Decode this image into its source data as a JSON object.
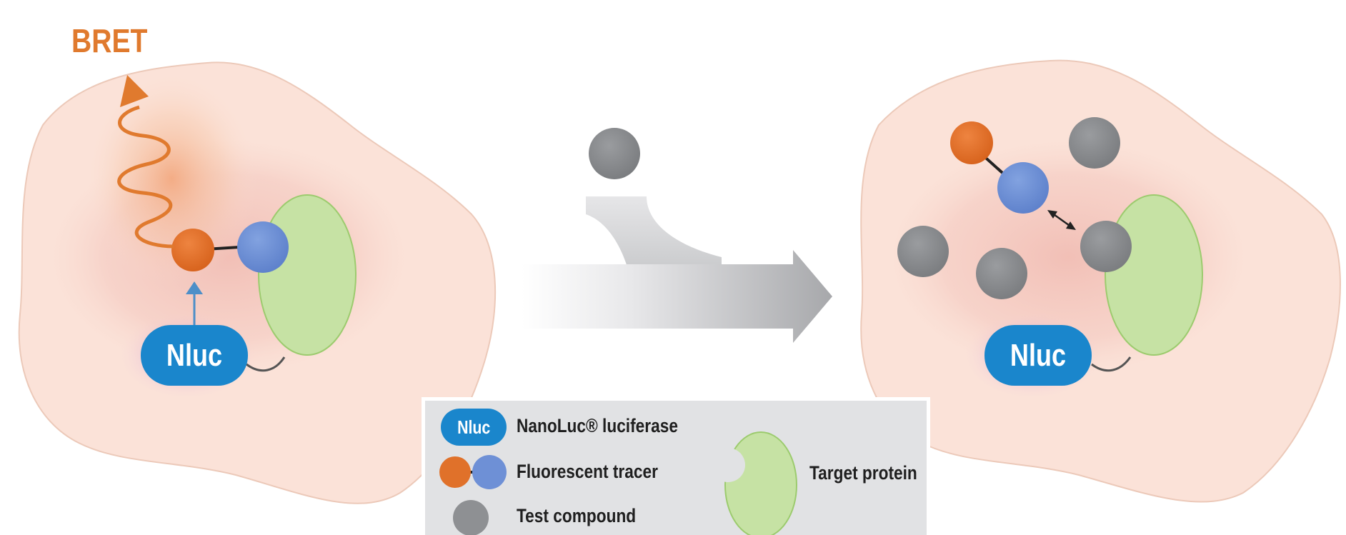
{
  "diagram": {
    "bret_label": "BRET",
    "nluc_label_left": "Nluc",
    "nluc_label_right": "Nluc"
  },
  "legend": {
    "nluc_badge": "Nluc",
    "nanoluc": "NanoLuc® luciferase",
    "tracer": "Fluorescent tracer",
    "compound": "Test compound",
    "target": "Target protein"
  },
  "colors": {
    "cell": "#fbe2d8",
    "cell_outline": "#e9c6b6",
    "nucleus": "#f3c6bd",
    "tracer_orange": "#e0712a",
    "tracer_blue": "#6e90d6",
    "compound_gray": "#8e9093",
    "target_green": "#c6e2a4",
    "target_outline": "#9ccb6e",
    "nluc_blue": "#1a86cc",
    "bret_orange": "#e07a2e",
    "arrow_gray": "#b9babd"
  }
}
